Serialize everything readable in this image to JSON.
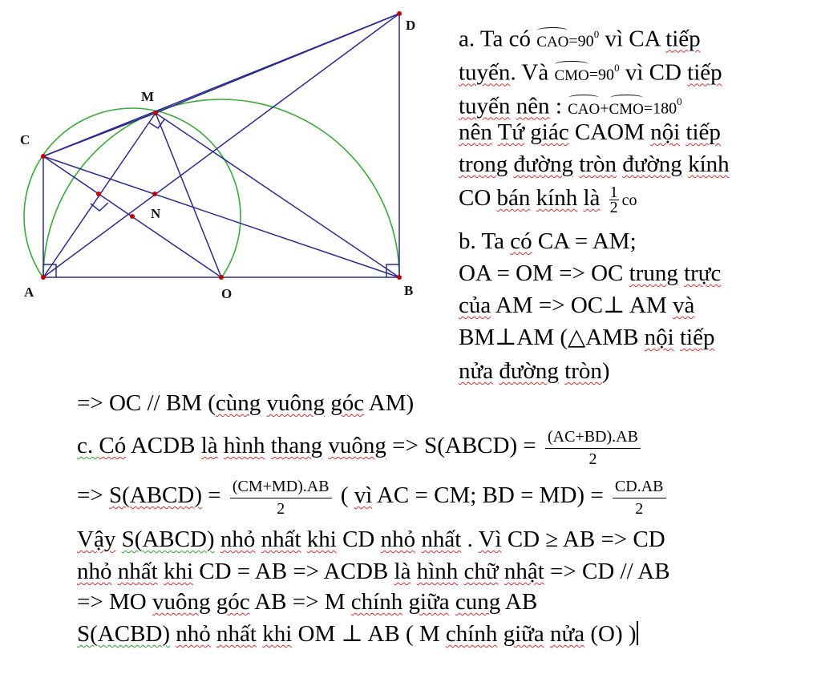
{
  "figure": {
    "points": {
      "A": "A",
      "B": "B",
      "C": "C",
      "D": "D",
      "M": "M",
      "N": "N",
      "O": "O"
    },
    "colors": {
      "lines": "#2b2b8c",
      "circles": "#3aa83a",
      "points": "#c00000"
    }
  },
  "text": {
    "a1_pre": "a. Ta có ",
    "a1_ang": "CAO",
    "a1_val": "=90",
    "a1_sup": "0",
    "a1_mid": " vì CA ",
    "a1_w": "tiếp",
    "a2_w1": "tuyến",
    "a2_t": ". Và ",
    "a2_ang": "CMO",
    "a2_val": "=90",
    "a2_sup": "0",
    "a2_mid": " vì CD ",
    "a2_w2": "tiếp",
    "a3_w1": "tuyến",
    "a3_w2": "nên",
    "a3_colon": " : ",
    "a3_ang1": "CAO",
    "a3_plus": "+",
    "a3_ang2": "CMO",
    "a3_val": "=180",
    "a3_sup": "0",
    "a4_w1": "nên",
    "a4_w2": "Tứ",
    "a4_w3": "giác",
    "a4_t": " CAOM ",
    "a4_w4": "nội",
    "a4_w5": "tiếp",
    "a5_w1": "trong",
    "a5_w2": "đường",
    "a5_w3": "tròn",
    "a5_w4": "đường",
    "a5_w5": "kính",
    "a6_t": "CO ",
    "a6_w1": "bán",
    "a6_w2": "kính",
    "a6_w3": "là",
    "a6_num": "1",
    "a6_den": "2",
    "a6_co": "co",
    "b1_t1": "b. Ta ",
    "b1_w1": "có",
    "b1_t2": " CA = AM;",
    "b2_t1": "OA = OM => OC ",
    "b2_w1": "trung",
    "b2_w2": "trực",
    "b3_w1": "của",
    "b3_t1": " AM => OC⊥ AM ",
    "b3_w2": "và",
    "b4_t1": "BM⊥AM (△AMB ",
    "b4_w1": "nội",
    "b4_w2": "tiếp",
    "b5_w1": "nửa",
    "b5_w2": "đường",
    "b5_w3": "tròn",
    "b5_t": ")",
    "b6_t1": " => OC // BM (",
    "b6_w1": "cùng",
    "b6_w2": "vuông",
    "b6_w3": "góc",
    "b6_t2": " AM)",
    "c1_t1": "c. ",
    "c1_w1": "Có",
    "c1_t2": " ACDB ",
    "c1_w2": "là",
    "c1_w3": "hình",
    "c1_w4": "thang",
    "c1_w5": "vuông",
    "c1_t3": " => S(ABCD) = ",
    "c1_num": "(AC+BD).AB",
    "c1_den": "2",
    "c2_t1": "=> ",
    "c2_w1": "S(ABCD)",
    "c2_t2": " = ",
    "c2_num": "(CM+MD).AB",
    "c2_den": "2",
    "c2_t3": " ( ",
    "c2_w2": "vì",
    "c2_t4": " AC = CM; BD = MD) = ",
    "c2_num2": "CD.AB",
    "c2_den2": "2",
    "c3_w1": "Vậy",
    "c3_w2": "S(ABCD)",
    "c3_w3": "nhỏ",
    "c3_w4": "nhất",
    "c3_w5": "khi",
    "c3_t1": " CD ",
    "c3_w6": "nhỏ",
    "c3_w7": "nhất",
    "c3_t2": " . ",
    "c3_w8": "Vì",
    "c3_t3": " CD ≥ AB => CD",
    "c4_w1": "nhỏ",
    "c4_w2": "nhất",
    "c4_w3": "khi",
    "c4_t1": " CD = AB => ACDB ",
    "c4_w4": "là",
    "c4_w5": "hình",
    "c4_w6": "chữ",
    "c4_w7": "nhật",
    "c4_t2": " => CD // AB",
    "c5_t1": "=> MO ",
    "c5_w1": "vuông",
    "c5_w2": "góc",
    "c5_t2": " AB => M ",
    "c5_w3": "chính",
    "c5_w4": "giữa",
    "c5_w5": "cung",
    "c5_t3": " AB",
    "c6_w1": "S(ACBD)",
    "c6_w2": "nhỏ",
    "c6_w3": "nhất",
    "c6_w4": "khi",
    "c6_t1": " OM ⊥ AB ( M ",
    "c6_w5": "chính",
    "c6_w6": "giữa",
    "c6_w7": "nửa",
    "c6_t2": " (O) )"
  }
}
